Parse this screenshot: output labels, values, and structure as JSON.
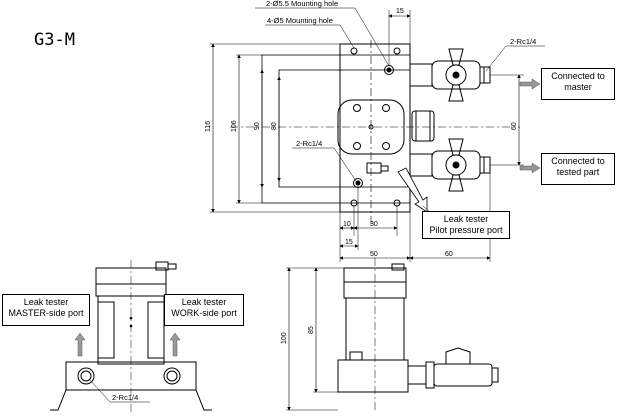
{
  "model": "G3-M",
  "top_view": {
    "labels": {
      "mounting_hole_a": "2-Ø5.5 Mounting hole",
      "mounting_hole_b": "4-Ø5 Mounting hole",
      "port_right": "2-Rc1/4",
      "port_left": "2-Rc1/4"
    },
    "dimensions": {
      "d15_top": "15",
      "d116": "116",
      "d106": "106",
      "d90": "90",
      "d80": "80",
      "d60": "60",
      "d10": "10",
      "d30": "30",
      "d15_bottom": "15",
      "d50": "50",
      "d60_bottom": "60"
    }
  },
  "callouts": {
    "master_connect": {
      "line1": "Connected to",
      "line2": "master"
    },
    "tested_connect": {
      "line1": "Connected to",
      "line2": "tested part"
    },
    "pilot": {
      "line1": "Leak tester",
      "line2": "Pilot pressure port"
    },
    "master_side": {
      "line1": "Leak tester",
      "line2": "MASTER-side port"
    },
    "work_side": {
      "line1": "Leak tester",
      "line2": "WORK-side port"
    }
  },
  "front_view": {
    "port_label": "2-Rc1/4"
  },
  "side_view": {
    "dimensions": {
      "d100": "100",
      "d85": "85"
    }
  }
}
